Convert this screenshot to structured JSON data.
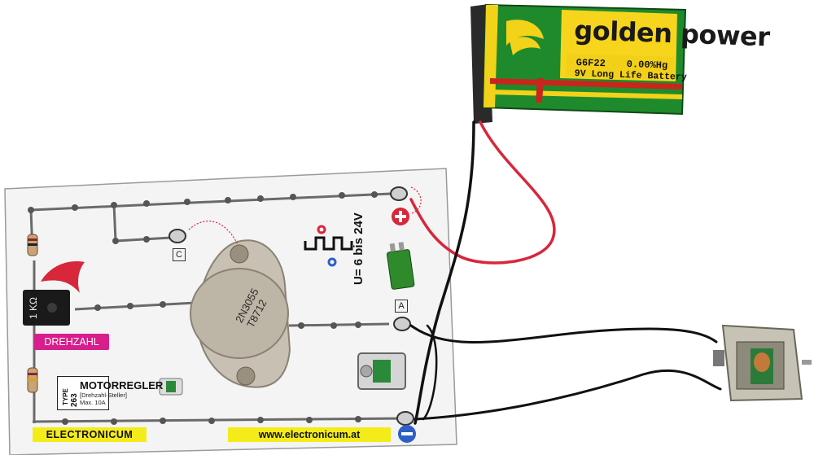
{
  "battery": {
    "brand": "golden power",
    "model": "G6F22",
    "mercury": "0.00%Hg",
    "description": "9V Long Life Battery"
  },
  "board": {
    "label_c": "C",
    "label_a": "A",
    "voltage": "U= 6 bis 24V",
    "potentiometer_value": "1 KΩ",
    "speed_label": "DREHZAHL",
    "transistor_name": "2N3055",
    "transistor_code": "T8712",
    "type_label": "TYPE",
    "type_number": "263",
    "title": "MOTORREGLER",
    "subtitle": "[Drehzahl-Steller]",
    "max_current": "Max. 10A",
    "brand": "ELECTRONICUM",
    "website": "www.electronicum.at"
  },
  "colors": {
    "battery_green": "#1f8a2c",
    "battery_stripe": "#f3d21a",
    "battery_band": "#c8261c",
    "wire_red": "#d8263a",
    "wire_black": "#111111",
    "label_magenta": "#d81e8c",
    "label_yellow": "#f4ec1a",
    "plus_red": "#d8263a",
    "minus_blue": "#2d5fc7"
  }
}
